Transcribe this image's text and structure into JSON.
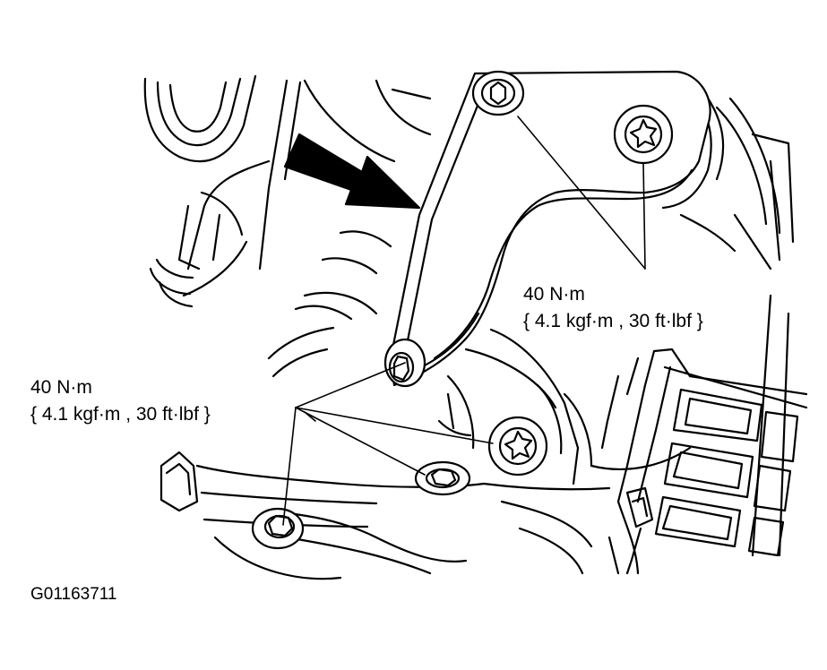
{
  "callouts": [
    {
      "torque": "40 N·m",
      "spec": "{ 4.1 kgf·m , 30 ft·lbf }"
    },
    {
      "torque": "40 N·m",
      "spec": "{ 4.1 kgf·m , 30 ft·lbf }"
    }
  ],
  "figure_id": "G01163711",
  "colors": {
    "ink": "#000000",
    "paper": "#ffffff"
  },
  "icons": [
    "direction-arrow-icon",
    "torx-bolt-icon",
    "hex-bolt-icon"
  ]
}
